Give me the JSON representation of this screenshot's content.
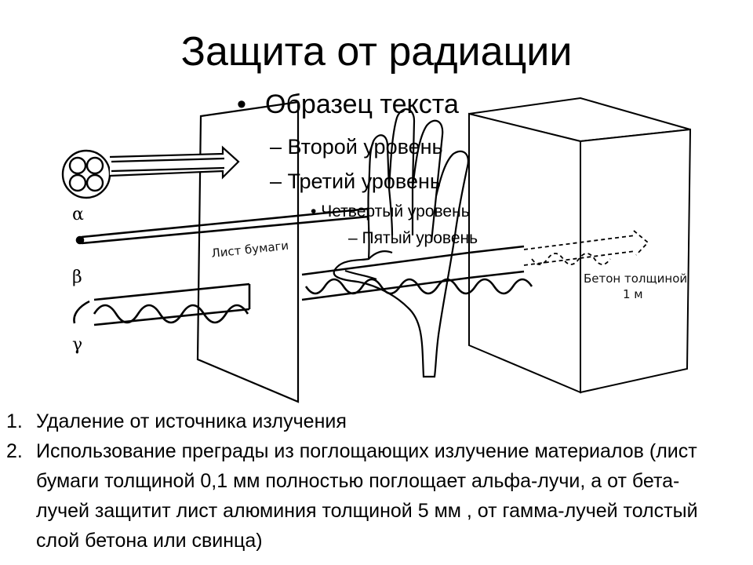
{
  "slide": {
    "title": "Защита от радиации"
  },
  "placeholder_bullets": {
    "level1": "Образец текста",
    "level2": "Второй уровень",
    "level3": "Третий уровень",
    "level4": "Четвертый уровень",
    "level5": "Пятый уровень",
    "bullet_char": "•",
    "dash_char": "–"
  },
  "diagram": {
    "labels": {
      "alpha": "α",
      "beta": "β",
      "gamma": "γ",
      "paper": "Лист бумаги",
      "concrete_line1": "Бетон толщиной",
      "concrete_line2": "1 м"
    },
    "line_color": "#000000",
    "background_color": "#ffffff"
  },
  "list": [
    {
      "number": "1.",
      "text": "Удаление от источника излучения"
    },
    {
      "number": "2.",
      "text": "Использование преграды из поглощающих излучение материалов (лист бумаги толщиной 0,1 мм полностью поглощает альфа-лучи, а от бета-лучей защитит лист алюминия толщиной 5 мм , от гамма-лучей толстый слой бетона или свинца)"
    }
  ]
}
